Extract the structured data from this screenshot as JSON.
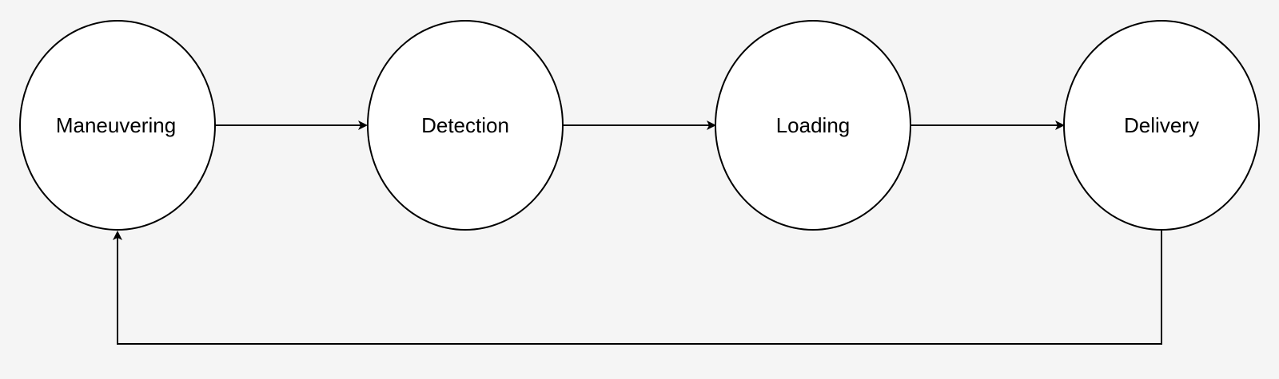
{
  "diagram": {
    "background": "#f5f5f5",
    "stroke_color": "#000000",
    "node_fill": "#ffffff",
    "nodes": [
      {
        "id": "maneuvering",
        "label": "Maneuvering"
      },
      {
        "id": "detection",
        "label": "Detection"
      },
      {
        "id": "loading",
        "label": "Loading"
      },
      {
        "id": "delivery",
        "label": "Delivery"
      }
    ],
    "edges": [
      {
        "from": "maneuvering",
        "to": "detection"
      },
      {
        "from": "detection",
        "to": "loading"
      },
      {
        "from": "loading",
        "to": "delivery"
      },
      {
        "from": "delivery",
        "to": "maneuvering"
      }
    ]
  }
}
